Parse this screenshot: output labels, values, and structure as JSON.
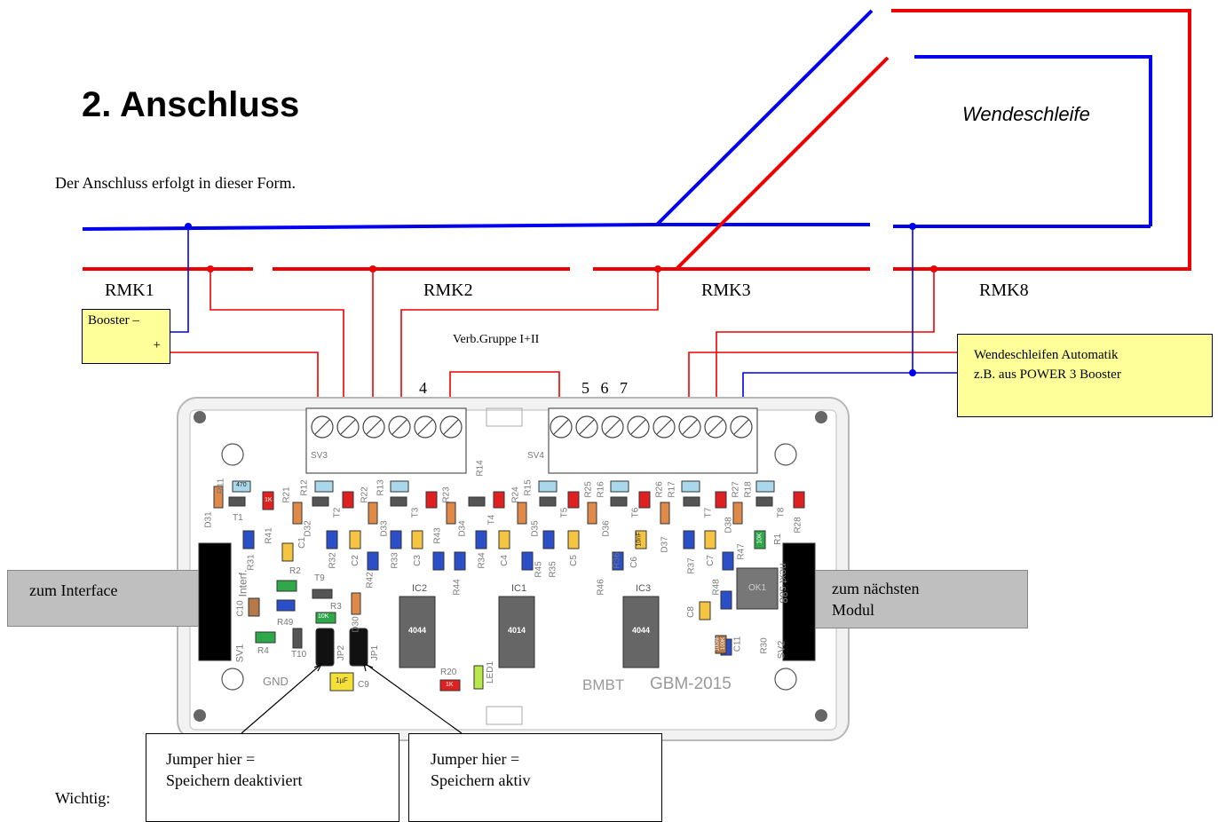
{
  "heading": "2. Anschluss",
  "intro": "Der Anschluss erfolgt in dieser Form.",
  "wendeschleife": "Wendeschleife",
  "rmk": [
    "RMK1",
    "RMK2",
    "RMK3",
    "RMK8"
  ],
  "booster": {
    "minus": "Booster –",
    "plus": "+"
  },
  "verb_gruppe": "Verb.Gruppe I+II",
  "terminal_numbers": {
    "n4": "4",
    "n567": "5 6 7"
  },
  "wendeschleifen_box": {
    "line1": "Wendeschleifen Automatik",
    "line2": "z.B. aus POWER 3 Booster"
  },
  "interface_label": "zum Interface",
  "next_module_label": {
    "line1": "zum nächsten",
    "line2": "Modul"
  },
  "jumper_left": {
    "line1": "Jumper hier =",
    "line2": "Speichern deaktiviert"
  },
  "jumper_right": {
    "line1": "Jumper hier =",
    "line2": "Speichern aktiv"
  },
  "wichtig": "Wichtig:",
  "pcb": {
    "sv3": "SV3",
    "sv4": "SV4",
    "gnd": "GND",
    "bmbt": "BMBT",
    "gbm": "GBM-2015",
    "interf": "Interf.",
    "next_s88": "next s88",
    "sv1": "SV1",
    "sv2": "SV2",
    "ic_labels": [
      "IC2",
      "IC1",
      "IC3"
    ],
    "ic_codes": [
      "4044",
      "4014",
      "4044"
    ],
    "jp_labels": [
      "JP2",
      "JP1"
    ],
    "c9": "C9",
    "c9_val": "1µF",
    "led1": "LED1",
    "r20": "R20",
    "ok1": "OK1",
    "parts": [
      "R11",
      "470",
      "R21",
      "1K",
      "T1",
      "D31",
      "R12",
      "T2",
      "R22",
      "D32",
      "R13",
      "T3",
      "D33",
      "R23",
      "R14",
      "T4",
      "R24",
      "D34",
      "R15",
      "T5",
      "R25",
      "R16",
      "D35",
      "T6",
      "R26",
      "D36",
      "R17",
      "T7",
      "R27",
      "R18",
      "D37",
      "T8",
      "D38",
      "R28",
      "R1",
      "10K",
      "R41",
      "R31",
      "C1",
      "R32",
      "C2",
      "R33",
      "C3",
      "R43",
      "R34",
      "C4",
      "R45",
      "R35",
      "C5",
      "R36",
      "C6",
      "10nF",
      "R37",
      "C7",
      "R47",
      "R2",
      "T9",
      "R42",
      "R44",
      "R46",
      "R48",
      "C8",
      "C10",
      "R49",
      "R3",
      "10K",
      "R4",
      "T10",
      "D30",
      "C11",
      "100nF",
      "R30",
      "100K",
      "1K"
    ]
  }
}
